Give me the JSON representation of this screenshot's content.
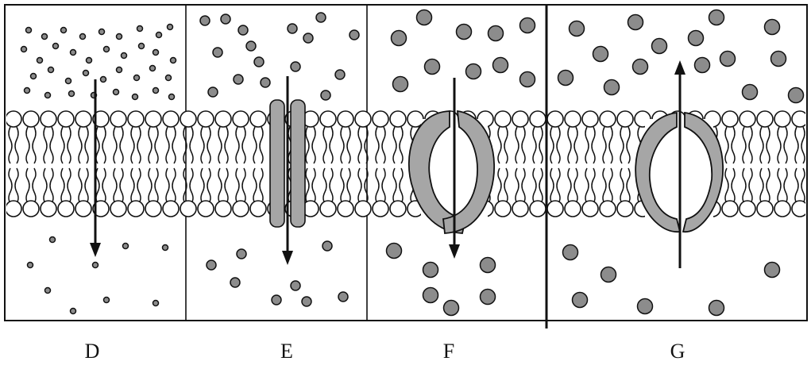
{
  "panels": [
    {
      "id": "D",
      "label": "D",
      "transport": "simple-diffusion",
      "molecule_size": "small",
      "arrow_direction": "down"
    },
    {
      "id": "E",
      "label": "E",
      "transport": "channel-protein",
      "molecule_size": "medium",
      "arrow_direction": "down"
    },
    {
      "id": "F",
      "label": "F",
      "transport": "carrier-protein",
      "molecule_size": "large",
      "arrow_direction": "down"
    },
    {
      "id": "G",
      "label": "G",
      "transport": "carrier-protein",
      "molecule_size": "large",
      "arrow_direction": "up"
    }
  ],
  "colors": {
    "line": "#111111",
    "molecule": "#8c8c8c",
    "protein": "#a6a6a6",
    "background": "#ffffff"
  }
}
